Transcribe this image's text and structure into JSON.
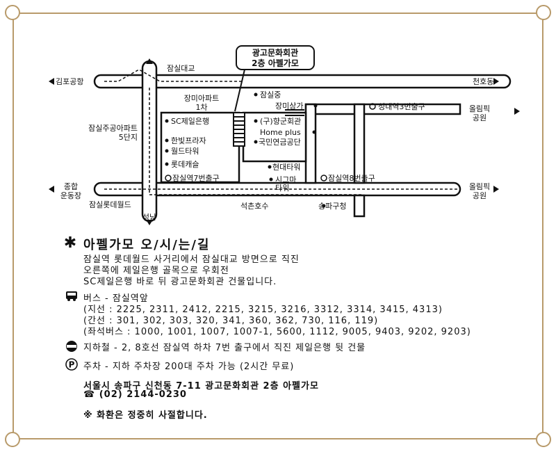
{
  "map": {
    "callout": [
      "광고문화회관",
      "2층 아펠가모"
    ],
    "places": {
      "jamsil_bridge": "잠실대교",
      "gimpo": "김포공항",
      "cheonho": "천호동",
      "jangmi_apt": [
        "장미아파트",
        "1차"
      ],
      "jamsil_middle": "잠실중",
      "jangmi_mall": "장미상가",
      "seongnae_exit": "성내역3번출구",
      "olympic_park_1": [
        "올림픽",
        "공원"
      ],
      "olympic_park_2": [
        "올림픽",
        "공원"
      ],
      "jamsil_jugong": [
        "잠실주공아파트",
        "5단지"
      ],
      "sc_bank": "SC제일은행",
      "hanbit": "한빛프라자",
      "world_tower": "월드타워",
      "lotte_castle": "롯데캐슬",
      "exit7": "잠실역7번출구",
      "army_hall": "(구)향군회관",
      "homeplus": "Home plus",
      "nps": "국민연금공단",
      "hyundai_tower": "현대타워",
      "sigma_tower": [
        "시그마",
        "타워"
      ],
      "exit8": "잠실역8번출구",
      "sports_complex": [
        "종합",
        "운동장"
      ],
      "lotte_world": "잠실롯데월드",
      "seokchon": "석촌호수",
      "songpa_office": "송파구청",
      "seongnam": "성남"
    }
  },
  "directions": {
    "title": "아펠가모 오/시/는/길",
    "walk": [
      "잠실역 롯데월드 사거리에서 잠실대교 방면으로 직진",
      "오른쪽에 제일은행 골목으로 우회전",
      "SC제일은행 바로 뒤 광고문화회관 건물입니다."
    ],
    "bus": {
      "title": "버스 - 잠실역앞",
      "lines": [
        "(지선 : 2225, 2311, 2412, 2215, 3215, 3216, 3312, 3314, 3415, 4313)",
        "(간선 : 301, 302, 303, 320, 341, 360, 362, 730, 116, 119)",
        "(좌석버스 : 1000, 1001, 1007, 1007-1, 5600, 1112, 9005, 9403, 9202, 9203)"
      ]
    },
    "subway": "지하철 - 2, 8호선 잠실역 하차 7번 출구에서 직진 제일은행 뒷 건물",
    "parking": "주차 - 지하 주차장 200대 주차 가능 (2시간 무료)",
    "address": "서울시 송파구 신천동 7-11 광고문화회관 2층 아펠가모",
    "phone": "☎ (02) 2144-0230",
    "notice": "※ 화환은 정중히 사절합니다."
  },
  "colors": {
    "frame": "#b89a6a",
    "ink": "#111111"
  },
  "icons": [
    "bus-icon",
    "subway-icon",
    "parking-icon",
    "flower-icon",
    "phone-icon"
  ]
}
